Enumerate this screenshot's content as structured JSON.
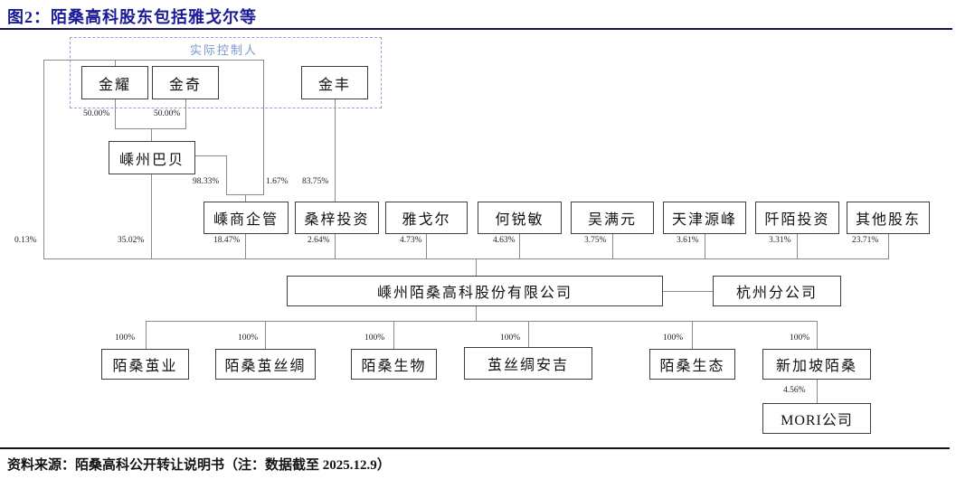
{
  "title": "图2：陌桑高科股东包括雅戈尔等",
  "source_note": "资料来源：陌桑高科公开转让说明书（注：数据截至 2025.12.9）",
  "controller_group_label": "实际控制人",
  "nodes": {
    "jinyao": "金耀",
    "jinqi": "金奇",
    "jinfeng": "金丰",
    "shengzhou_babei": "嵊州巴贝",
    "shengshang_qiguan": "嵊商企管",
    "sangzi_touzi": "桑梓投资",
    "yageer": "雅戈尔",
    "heruimin": "何锐敏",
    "wumanyuan": "吴满元",
    "tianjin_yuanfeng": "天津源峰",
    "qianmo_touzi": "阡陌投资",
    "qita_gudong": "其他股东",
    "company": "嵊州陌桑高科股份有限公司",
    "hangzhou_branch": "杭州分公司",
    "mosang_jianye": "陌桑茧业",
    "mosang_jiansichou": "陌桑茧丝绸",
    "mosang_shengwu": "陌桑生物",
    "jiansichou_anji": "茧丝绸安吉",
    "mosang_shengtai": "陌桑生态",
    "xinjiapo_mosang": "新加坡陌桑",
    "mori": "MORI公司"
  },
  "percentages": {
    "jinyao_to_babei": "50.00%",
    "jinqi_to_babei": "50.00%",
    "babei_to_qiguan": "98.33%",
    "controller_to_qiguan": "1.67%",
    "jinfeng_to_sangzi": "83.75%",
    "controller_to_company": "0.13%",
    "babei_to_company": "35.02%",
    "qiguan_to_company": "18.47%",
    "sangzi_to_company": "2.64%",
    "yageer_to_company": "4.73%",
    "heruimin_to_company": "4.63%",
    "wumanyuan_to_company": "3.75%",
    "tianjin_to_company": "3.61%",
    "qianmo_to_company": "3.31%",
    "qita_to_company": "23.71%",
    "company_to_subs": [
      "100%",
      "100%",
      "100%",
      "100%",
      "100%",
      "100%"
    ],
    "xinjiapo_to_mori": "4.56%"
  },
  "colors": {
    "title_navy": "#1b1b96",
    "controller_label_blue": "#7b96cc",
    "connector_gray": "#8a8a8a",
    "box_border": "#3d3d3d"
  }
}
